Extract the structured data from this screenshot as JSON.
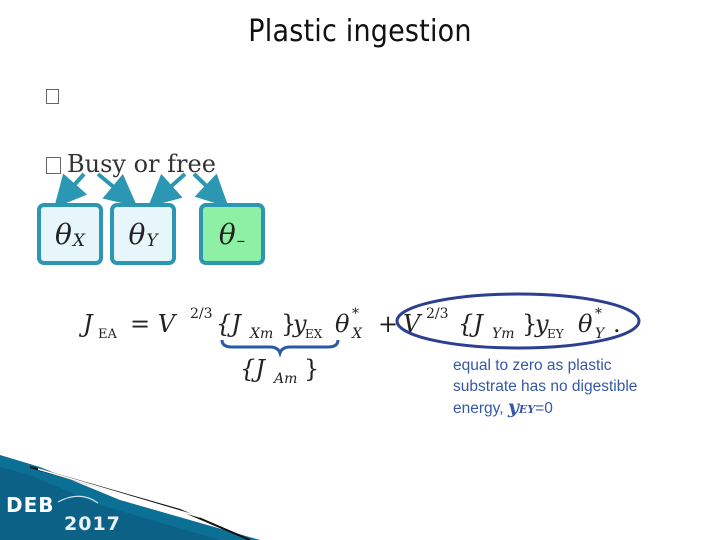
{
  "title": "Plastic ingestion",
  "bullets": [
    {
      "text": ""
    },
    {
      "text": "Busy or free"
    }
  ],
  "tiles": [
    {
      "symbol": "θ",
      "subscript": "X"
    },
    {
      "symbol": "θ",
      "subscript": "Y"
    },
    {
      "symbol": "θ",
      "subscript": "–"
    }
  ],
  "equation": {
    "lhs": "J",
    "lhs_sub": "EA",
    "term1": "= V",
    "power": "2/3",
    "braces1": "{J",
    "braces1_sub": "Xm",
    "braces1_close": "}",
    "y1": "y",
    "y1_sub": "EX",
    "theta1": "θ",
    "theta1_sup": "*",
    "theta1_sub": "X",
    "plus": "+",
    "term2": "V",
    "braces2": "{J",
    "braces2_sub": "Ym",
    "braces2_close": "}",
    "y2": "y",
    "y2_sub": "EY",
    "theta2": "θ",
    "theta2_sup": "*",
    "theta2_sub": "Y",
    "end": ".",
    "underbrace_label": "{J",
    "underbrace_sub": "Am",
    "underbrace_close": "}"
  },
  "note": {
    "line1": "equal to zero as plastic",
    "line2": "substrate has no digestible",
    "line3": "energy,",
    "symbol": "y",
    "symbol_sub": "EY",
    "value": "=0"
  },
  "logo": {
    "name": "DEB",
    "year": "2017"
  },
  "colors": {
    "tile_border": "#2b97b3",
    "tile_fill": "#e6f6fb",
    "tile_fill_empty": "#8ef0a4",
    "arrow": "#2b97b3",
    "ellipse": "#2d3f8f",
    "note_text": "#3558a5",
    "logo_bg": "#0c6f96"
  }
}
